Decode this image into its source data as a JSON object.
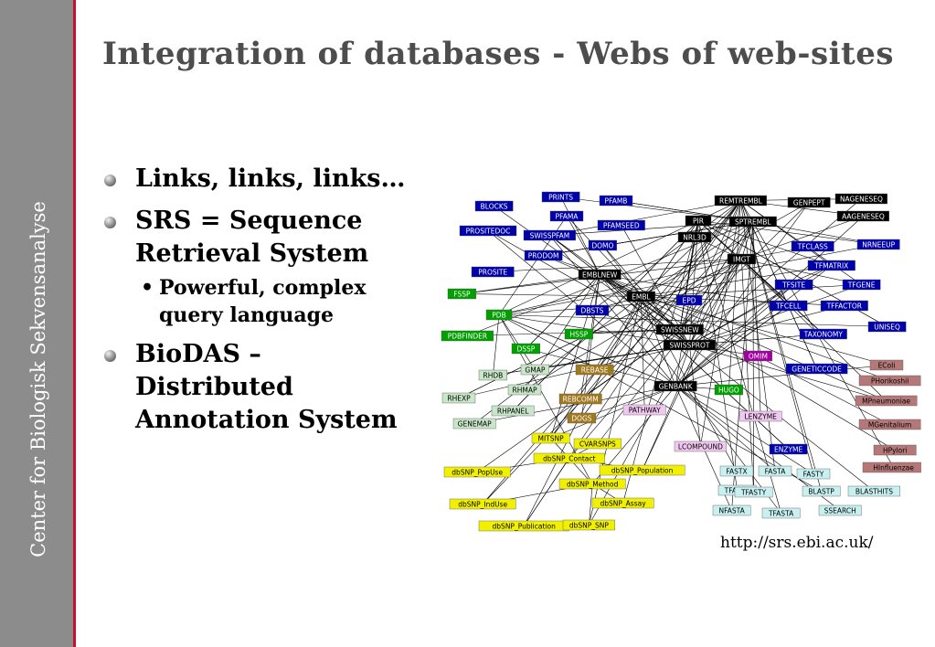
{
  "sidebar": {
    "text": "Center for Biologisk Sekvensanalyse"
  },
  "title": "Integration of databases - Webs of web-sites",
  "bullets": [
    {
      "text": "Links, links, links…"
    },
    {
      "text": "SRS = Sequence Retrieval System",
      "sub": [
        {
          "text": "Powerful, complex query language"
        }
      ]
    },
    {
      "text": "BioDAS – Distributed Annotation System"
    }
  ],
  "colors": {
    "sidebar": "#8c8c8c",
    "accent_rule": "#c8102e",
    "title": "#4d4d4d"
  },
  "diagram": {
    "nodes": [
      {
        "label": "PRINTS",
        "color": "#0000aa"
      },
      {
        "label": "BLOCKS",
        "color": "#0000aa"
      },
      {
        "label": "PFAMB",
        "color": "#0000aa"
      },
      {
        "label": "PFAMA",
        "color": "#0000aa"
      },
      {
        "label": "PROSITEDOC",
        "color": "#0000aa"
      },
      {
        "label": "SWISSPFAM",
        "color": "#0000aa"
      },
      {
        "label": "PFAMSEED",
        "color": "#0000aa"
      },
      {
        "label": "PRODOM",
        "color": "#0000aa"
      },
      {
        "label": "DOMO",
        "color": "#0000aa"
      },
      {
        "label": "PROSITE",
        "color": "#0000aa"
      },
      {
        "label": "REMTREMBL",
        "color": "#000000"
      },
      {
        "label": "GENPEPT",
        "color": "#000000"
      },
      {
        "label": "NAGENESEQ",
        "color": "#000000"
      },
      {
        "label": "AAGENESEQ",
        "color": "#000000"
      },
      {
        "label": "PIR",
        "color": "#000000"
      },
      {
        "label": "SPTREMBL",
        "color": "#000000"
      },
      {
        "label": "NRL3D",
        "color": "#000000"
      },
      {
        "label": "TFCLASS",
        "color": "#0000aa"
      },
      {
        "label": "NRNEEUP",
        "color": "#0000aa"
      },
      {
        "label": "IMGT",
        "color": "#000000"
      },
      {
        "label": "TFMATRIX",
        "color": "#0000aa"
      },
      {
        "label": "EMBLNEW",
        "color": "#000000"
      },
      {
        "label": "FSSP",
        "color": "#00a000"
      },
      {
        "label": "TFSITE",
        "color": "#0000aa"
      },
      {
        "label": "TFGENE",
        "color": "#0000aa"
      },
      {
        "label": "EMBL",
        "color": "#000000"
      },
      {
        "label": "EPD",
        "color": "#0000aa"
      },
      {
        "label": "TFCELL",
        "color": "#0000aa"
      },
      {
        "label": "TFFACTOR",
        "color": "#0000aa"
      },
      {
        "label": "DBSTS",
        "color": "#0000aa"
      },
      {
        "label": "PDB",
        "color": "#00a000"
      },
      {
        "label": "UNISEQ",
        "color": "#0000aa"
      },
      {
        "label": "SWISSNEW",
        "color": "#000000"
      },
      {
        "label": "HSSP",
        "color": "#00a000"
      },
      {
        "label": "PDBFINDER",
        "color": "#00a000"
      },
      {
        "label": "TAXONOMY",
        "color": "#0000aa"
      },
      {
        "label": "SWISSPROT",
        "color": "#000000"
      },
      {
        "label": "DSSP",
        "color": "#00a000"
      },
      {
        "label": "OMIM",
        "color": "#a000a0"
      },
      {
        "label": "ECoIi",
        "color": "#b47878"
      },
      {
        "label": "GMAP",
        "color": "#c8e6c8"
      },
      {
        "label": "REBASE",
        "color": "#a0781e"
      },
      {
        "label": "GENETICCODE",
        "color": "#0000aa"
      },
      {
        "label": "RHDB",
        "color": "#c8e6c8"
      },
      {
        "label": "PHorikoshii",
        "color": "#b47878"
      },
      {
        "label": "RHMAP",
        "color": "#c8e6c8"
      },
      {
        "label": "GENBANK",
        "color": "#000000"
      },
      {
        "label": "HUGO",
        "color": "#00a000"
      },
      {
        "label": "RHEXP",
        "color": "#c8e6c8"
      },
      {
        "label": "REBCOMM",
        "color": "#a0781e"
      },
      {
        "label": "MPneumoniae",
        "color": "#b47878"
      },
      {
        "label": "RHPANEL",
        "color": "#c8e6c8"
      },
      {
        "label": "PATHWAY",
        "color": "#f0c8f0"
      },
      {
        "label": "DOGS",
        "color": "#a0781e"
      },
      {
        "label": "LENZYME",
        "color": "#f0c8f0"
      },
      {
        "label": "GENEMAP",
        "color": "#c8e6c8"
      },
      {
        "label": "MGenitalium",
        "color": "#b47878"
      },
      {
        "label": "MITSNP",
        "color": "#f0f000"
      },
      {
        "label": "CVARSNPS",
        "color": "#f0f000"
      },
      {
        "label": "LCOMPOUND",
        "color": "#f0c8f0"
      },
      {
        "label": "HPylori",
        "color": "#b47878"
      },
      {
        "label": "ENZYME",
        "color": "#0000aa"
      },
      {
        "label": "dbSNP_Contact",
        "color": "#f0f000"
      },
      {
        "label": "HInfluenzae",
        "color": "#b47878"
      },
      {
        "label": "dbSNP_PopUse",
        "color": "#f0f000"
      },
      {
        "label": "dbSNP_Population",
        "color": "#f0f000"
      },
      {
        "label": "FASTX",
        "color": "#c8f0f0"
      },
      {
        "label": "FASTA",
        "color": "#c8f0f0"
      },
      {
        "label": "FASTY",
        "color": "#c8f0f0"
      },
      {
        "label": "dbSNP_Method",
        "color": "#f0f000"
      },
      {
        "label": "TFASTX",
        "color": "#c8f0f0"
      },
      {
        "label": "TFASTY",
        "color": "#c8f0f0"
      },
      {
        "label": "BLASTP",
        "color": "#c8f0f0"
      },
      {
        "label": "BLASTHITS",
        "color": "#c8f0f0"
      },
      {
        "label": "dbSNP_IndUse",
        "color": "#f0f000"
      },
      {
        "label": "dbSNP_Assay",
        "color": "#f0f000"
      },
      {
        "label": "NFASTA",
        "color": "#c8f0f0"
      },
      {
        "label": "TFASTA",
        "color": "#c8f0f0"
      },
      {
        "label": "SSEARCH",
        "color": "#c8f0f0"
      },
      {
        "label": "dbSNP_Publication",
        "color": "#f0f000"
      },
      {
        "label": "dbSNP_SNP",
        "color": "#f0f000"
      }
    ]
  },
  "caption": "http://srs.ebi.ac.uk/"
}
